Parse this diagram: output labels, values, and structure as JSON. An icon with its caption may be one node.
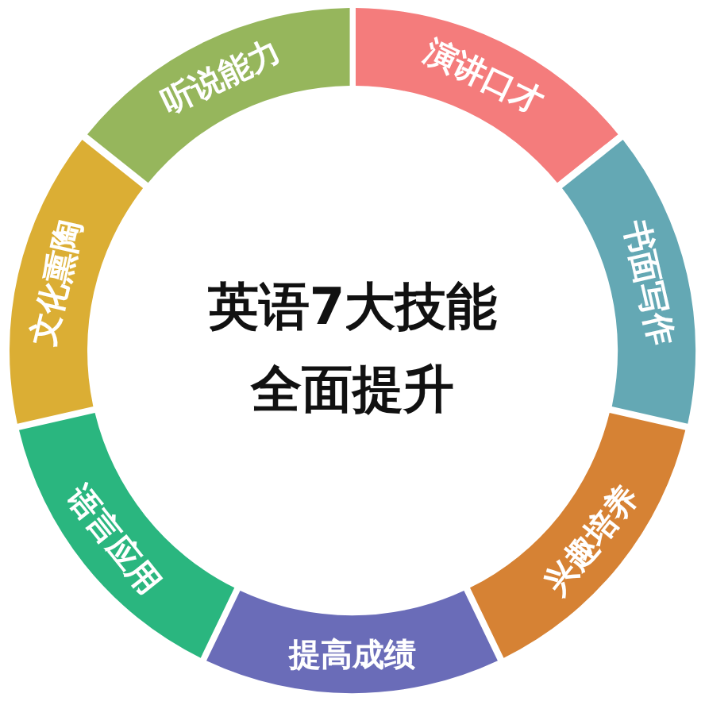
{
  "diagram": {
    "title": "英语7大技能全面提升",
    "nodes": [
      {
        "text": [
          "演讲口才"
        ]
      },
      {
        "text": [
          "书面写作"
        ]
      },
      {
        "text": [
          "兴趣培养"
        ]
      },
      {
        "text": [
          "提高成绩"
        ]
      },
      {
        "text": [
          "语言应用"
        ]
      },
      {
        "text": [
          "文化熏陶"
        ]
      },
      {
        "text": [
          "听说能力"
        ]
      }
    ]
  }
}
